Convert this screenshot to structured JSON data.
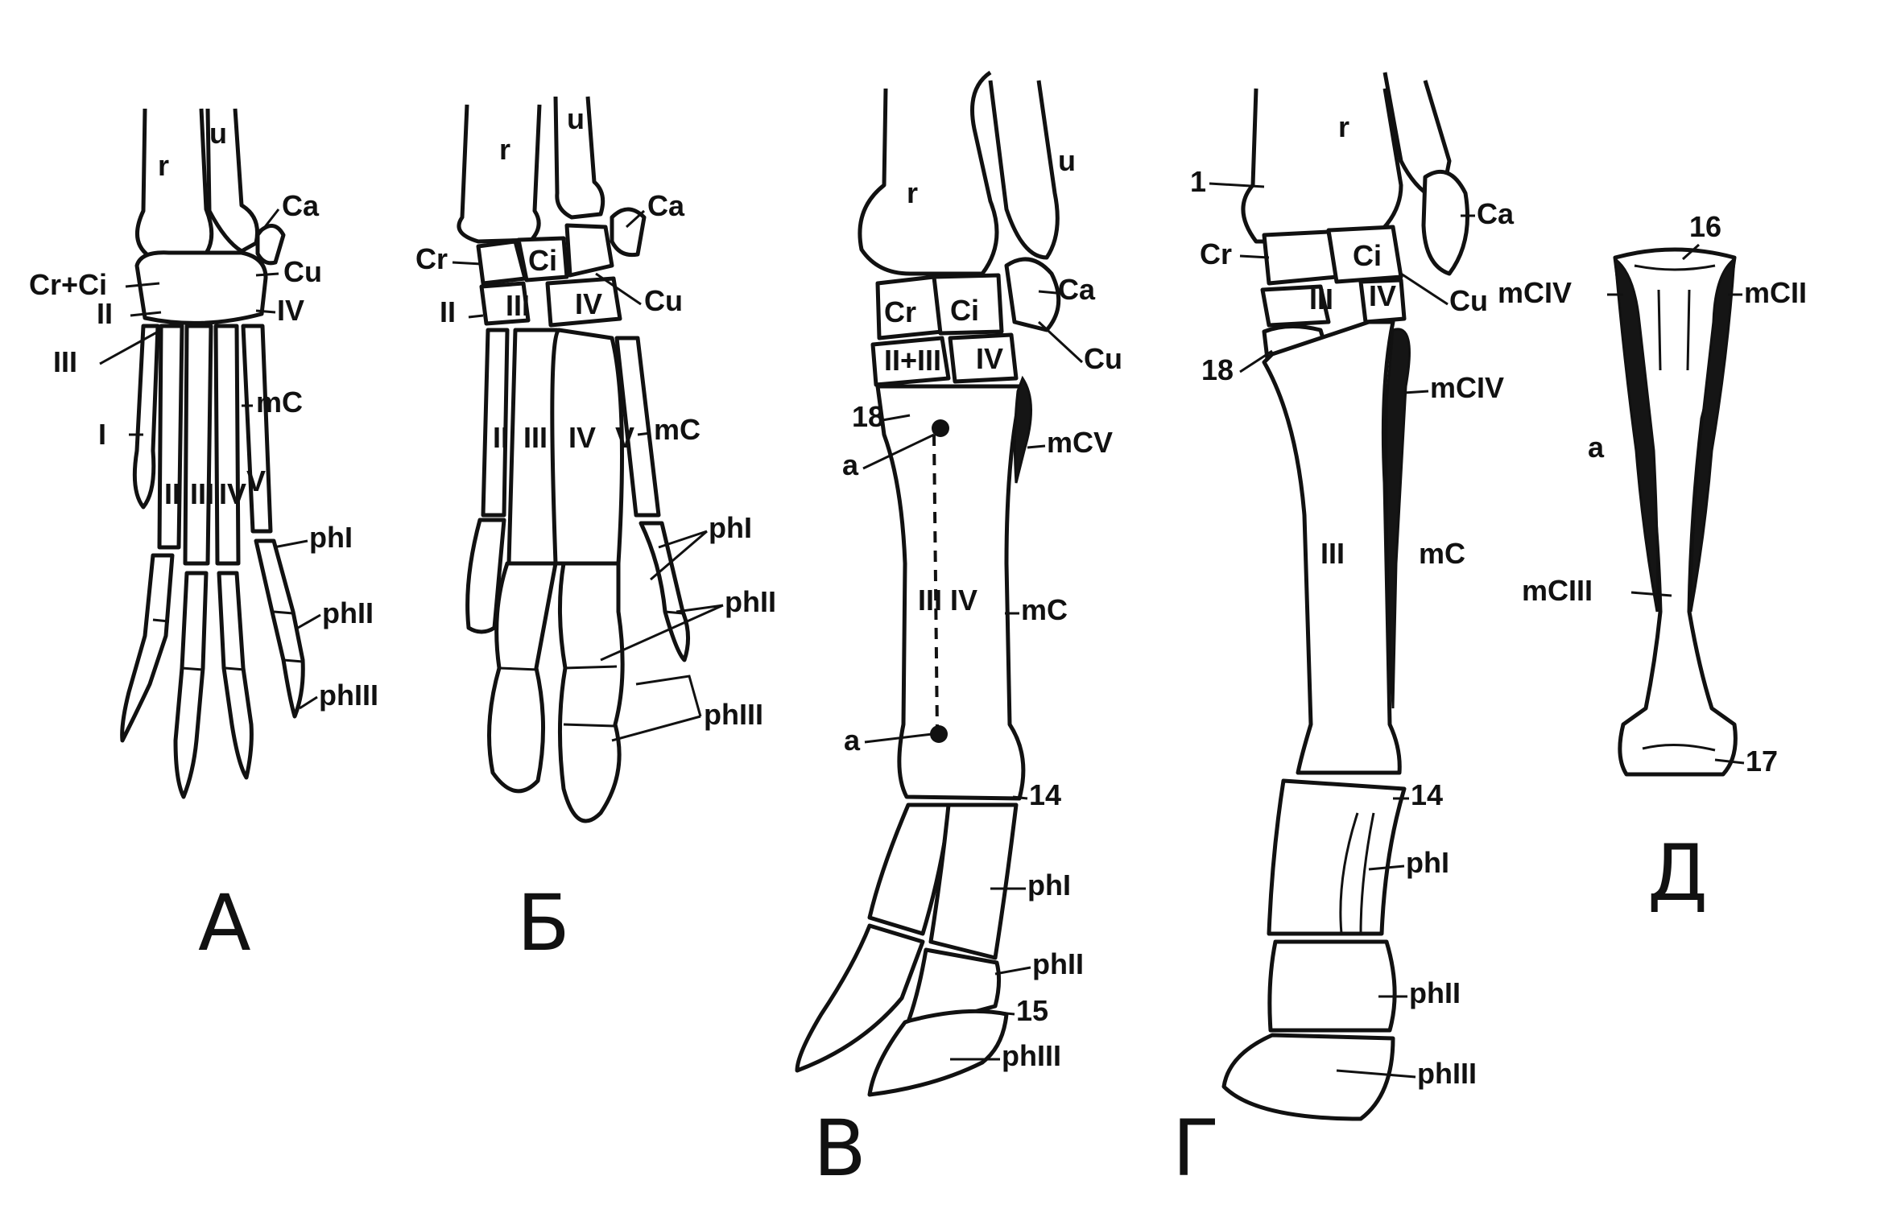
{
  "panels": {
    "a": {
      "letter": "А",
      "labels": {
        "r": "r",
        "u": "u",
        "ca": "Ca",
        "cr_ci": "Cr+Ci",
        "cu": "Cu",
        "ii": "II",
        "iv": "IV",
        "iii": "III",
        "mc": "mC",
        "i": "I",
        "phi": "phI",
        "phii": "phII",
        "phiii": "phIII",
        "d2": "II",
        "d3": "III",
        "d4": "IV",
        "d5": "V"
      }
    },
    "b": {
      "letter": "Б",
      "labels": {
        "r": "r",
        "u": "u",
        "ca": "Ca",
        "cr": "Cr",
        "ci": "Ci",
        "cu": "Cu",
        "ii": "II",
        "iii": "III",
        "iv": "IV",
        "mc": "mC",
        "phi": "phI",
        "phii": "phII",
        "phiii": "phIII",
        "d2": "II",
        "d3": "III",
        "d4": "IV",
        "d5": "V"
      }
    },
    "v": {
      "letter": "В",
      "labels": {
        "r": "r",
        "u": "u",
        "ca": "Ca",
        "cr": "Cr",
        "ci": "Ci",
        "cu": "Cu",
        "ii_iii": "II+III",
        "iv": "IV",
        "n18": "18",
        "a1": "a",
        "a2": "a",
        "mcv": "mCV",
        "mc": "mC",
        "d3": "III",
        "d4": "IV",
        "n14": "14",
        "phi": "phI",
        "phii": "phII",
        "n15": "15",
        "phiii": "phIII"
      }
    },
    "g": {
      "letter": "Г",
      "labels": {
        "r": "r",
        "ca": "Ca",
        "n1": "1",
        "cr": "Cr",
        "ci": "Ci",
        "cu": "Cu",
        "iii": "III",
        "iv": "IV",
        "n18": "18",
        "mciv": "mCIV",
        "d3": "III",
        "mc": "mC",
        "n14": "14",
        "phi": "phI",
        "phii": "phII",
        "phiii": "phIII"
      }
    },
    "d": {
      "letter": "Д",
      "labels": {
        "n16": "16",
        "mciv": "mCIV",
        "mcii": "mCII",
        "a": "a",
        "mciii": "mCIII",
        "n17": "17"
      }
    }
  }
}
